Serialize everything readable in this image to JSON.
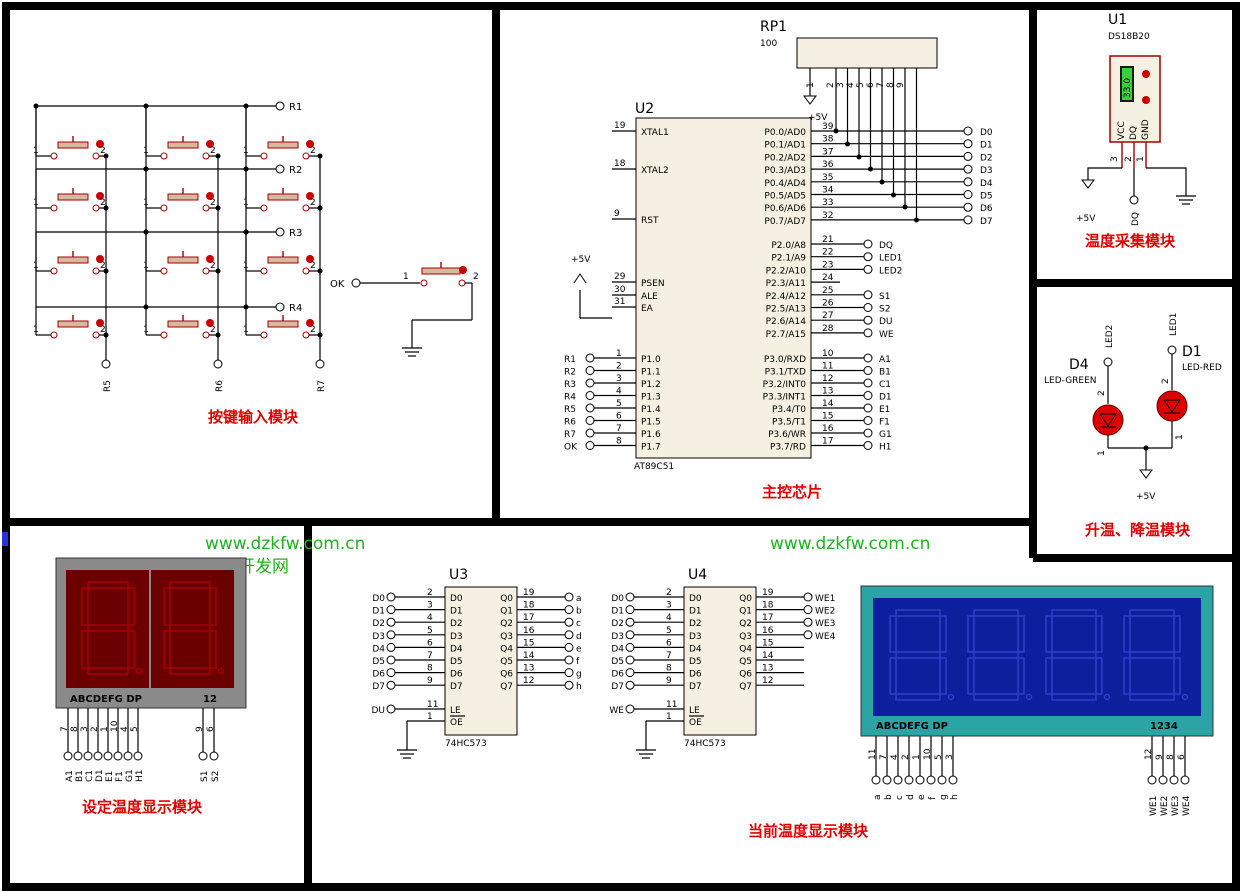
{
  "modules": {
    "keypad": "按键输入模块",
    "mcu": "主控芯片",
    "sensor": "温度采集模块",
    "leds": "升温、降温模块",
    "set_display": "设定温度显示模块",
    "cur_display": "当前温度显示模块"
  },
  "watermarks": {
    "url1": "www.dzkfw.com.cn",
    "url2": "www.dzkfw.com.cn",
    "cn": "电子开发网"
  },
  "keypad": {
    "rows": [
      "R1",
      "R2",
      "R3",
      "R4"
    ],
    "cols": [
      "R5",
      "R6",
      "R7"
    ],
    "ok": "OK",
    "pin1": "1",
    "pin2": "2"
  },
  "mcu": {
    "ref": "U2",
    "part": "AT89C51",
    "left_pins": [
      {
        "num": "19",
        "name": "XTAL1"
      },
      {
        "num": "18",
        "name": "XTAL2"
      },
      {
        "num": "9",
        "name": "RST"
      },
      {
        "num": "29",
        "name": "PSEN"
      },
      {
        "num": "30",
        "name": "ALE"
      },
      {
        "num": "31",
        "name": "EA"
      }
    ],
    "p1": [
      {
        "net": "R1",
        "num": "1",
        "name": "P1.0"
      },
      {
        "net": "R2",
        "num": "2",
        "name": "P1.1"
      },
      {
        "net": "R3",
        "num": "3",
        "name": "P1.2"
      },
      {
        "net": "R4",
        "num": "4",
        "name": "P1.3"
      },
      {
        "net": "R5",
        "num": "5",
        "name": "P1.4"
      },
      {
        "net": "R6",
        "num": "6",
        "name": "P1.5"
      },
      {
        "net": "R7",
        "num": "7",
        "name": "P1.6"
      },
      {
        "net": "OK",
        "num": "8",
        "name": "P1.7"
      }
    ],
    "p0": [
      {
        "num": "39",
        "name": "P0.0/AD0",
        "net": "D0"
      },
      {
        "num": "38",
        "name": "P0.1/AD1",
        "net": "D1"
      },
      {
        "num": "37",
        "name": "P0.2/AD2",
        "net": "D2"
      },
      {
        "num": "36",
        "name": "P0.3/AD3",
        "net": "D3"
      },
      {
        "num": "35",
        "name": "P0.4/AD4",
        "net": "D4"
      },
      {
        "num": "34",
        "name": "P0.5/AD5",
        "net": "D5"
      },
      {
        "num": "33",
        "name": "P0.6/AD6",
        "net": "D6"
      },
      {
        "num": "32",
        "name": "P0.7/AD7",
        "net": "D7"
      }
    ],
    "p2": [
      {
        "num": "21",
        "name": "P2.0/A8",
        "net": "DQ"
      },
      {
        "num": "22",
        "name": "P2.1/A9",
        "net": "LED1"
      },
      {
        "num": "23",
        "name": "P2.2/A10",
        "net": "LED2"
      },
      {
        "num": "24",
        "name": "P2.3/A11",
        "net": ""
      },
      {
        "num": "25",
        "name": "P2.4/A12",
        "net": "S1"
      },
      {
        "num": "26",
        "name": "P2.5/A13",
        "net": "S2"
      },
      {
        "num": "27",
        "name": "P2.6/A14",
        "net": "DU"
      },
      {
        "num": "28",
        "name": "P2.7/A15",
        "net": "WE"
      }
    ],
    "p3": [
      {
        "num": "10",
        "name": "P3.0/RXD",
        "net": "A1"
      },
      {
        "num": "11",
        "name": "P3.1/TXD",
        "net": "B1"
      },
      {
        "num": "12",
        "name": "P3.2/INT0",
        "net": "C1"
      },
      {
        "num": "13",
        "name": "P3.3/INT1",
        "net": "D1"
      },
      {
        "num": "14",
        "name": "P3.4/T0",
        "net": "E1"
      },
      {
        "num": "15",
        "name": "P3.5/T1",
        "net": "F1"
      },
      {
        "num": "16",
        "name": "P3.6/WR",
        "net": "G1"
      },
      {
        "num": "17",
        "name": "P3.7/RD",
        "net": "H1"
      }
    ],
    "vcc": "+5V"
  },
  "rp1": {
    "ref": "RP1",
    "value": "100",
    "pins": [
      "1",
      "2",
      "3",
      "4",
      "5",
      "6",
      "7",
      "8",
      "9"
    ],
    "vcc": "+5V"
  },
  "sensor": {
    "ref": "U1",
    "part": "DS18B20",
    "reading": "33.0",
    "pins": [
      "VCC",
      "DQ",
      "GND"
    ],
    "pin_nums": [
      "3",
      "2",
      "1"
    ],
    "vcc": "+5V",
    "dq": "DQ"
  },
  "leds": {
    "d4": {
      "ref": "D4",
      "part": "LED-GREEN",
      "net": "LED2"
    },
    "d1": {
      "ref": "D1",
      "part": "LED-RED",
      "net": "LED1"
    },
    "pin2": "2",
    "pin1": "1",
    "vcc": "+5V"
  },
  "set_display": {
    "seg_label": "ABCDEFG  DP",
    "digit_label": "12",
    "pin_nums": [
      "7",
      "8",
      "3",
      "2",
      "1",
      "10",
      "4",
      "5",
      "9",
      "6"
    ],
    "nets": [
      "A1",
      "B1",
      "C1",
      "D1",
      "E1",
      "F1",
      "G1",
      "H1",
      "S1",
      "S2"
    ]
  },
  "u3": {
    "ref": "U3",
    "part": "74HC573",
    "inputs": [
      {
        "net": "D0",
        "num": "2",
        "name": "D0"
      },
      {
        "net": "D1",
        "num": "3",
        "name": "D1"
      },
      {
        "net": "D2",
        "num": "4",
        "name": "D2"
      },
      {
        "net": "D3",
        "num": "5",
        "name": "D3"
      },
      {
        "net": "D4",
        "num": "6",
        "name": "D4"
      },
      {
        "net": "D5",
        "num": "7",
        "name": "D5"
      },
      {
        "net": "D6",
        "num": "8",
        "name": "D6"
      },
      {
        "net": "D7",
        "num": "9",
        "name": "D7"
      }
    ],
    "outputs": [
      {
        "num": "19",
        "name": "Q0",
        "net": "a"
      },
      {
        "num": "18",
        "name": "Q1",
        "net": "b"
      },
      {
        "num": "17",
        "name": "Q2",
        "net": "c"
      },
      {
        "num": "16",
        "name": "Q3",
        "net": "d"
      },
      {
        "num": "15",
        "name": "Q4",
        "net": "e"
      },
      {
        "num": "14",
        "name": "Q5",
        "net": "f"
      },
      {
        "num": "13",
        "name": "Q6",
        "net": "g"
      },
      {
        "num": "12",
        "name": "Q7",
        "net": "h"
      }
    ],
    "le": {
      "net": "DU",
      "num": "11",
      "name": "LE"
    },
    "oe": {
      "num": "1",
      "name": "OE"
    }
  },
  "u4": {
    "ref": "U4",
    "part": "74HC573",
    "inputs": [
      {
        "net": "D0",
        "num": "2",
        "name": "D0"
      },
      {
        "net": "D1",
        "num": "3",
        "name": "D1"
      },
      {
        "net": "D2",
        "num": "4",
        "name": "D2"
      },
      {
        "net": "D3",
        "num": "5",
        "name": "D3"
      },
      {
        "net": "D4",
        "num": "6",
        "name": "D4"
      },
      {
        "net": "D5",
        "num": "7",
        "name": "D5"
      },
      {
        "net": "D6",
        "num": "8",
        "name": "D6"
      },
      {
        "net": "D7",
        "num": "9",
        "name": "D7"
      }
    ],
    "outputs": [
      {
        "num": "19",
        "name": "Q0",
        "net": "WE1"
      },
      {
        "num": "18",
        "name": "Q1",
        "net": "WE2"
      },
      {
        "num": "17",
        "name": "Q2",
        "net": "WE3"
      },
      {
        "num": "16",
        "name": "Q3",
        "net": "WE4"
      },
      {
        "num": "15",
        "name": "Q4",
        "net": ""
      },
      {
        "num": "14",
        "name": "Q5",
        "net": ""
      },
      {
        "num": "13",
        "name": "Q6",
        "net": ""
      },
      {
        "num": "12",
        "name": "Q7",
        "net": ""
      }
    ],
    "le": {
      "net": "WE",
      "num": "11",
      "name": "LE"
    },
    "oe": {
      "num": "1",
      "name": "OE"
    }
  },
  "cur_display": {
    "seg_label": "ABCDEFG  DP",
    "digit_label": "1234",
    "seg_pin_nums": [
      "11",
      "7",
      "4",
      "2",
      "1",
      "10",
      "5",
      "3"
    ],
    "seg_nets": [
      "a",
      "b",
      "c",
      "d",
      "e",
      "f",
      "g",
      "h"
    ],
    "dig_pin_nums": [
      "12",
      "9",
      "8",
      "6"
    ],
    "dig_nets": [
      "WE1",
      "WE2",
      "WE3",
      "WE4"
    ]
  }
}
